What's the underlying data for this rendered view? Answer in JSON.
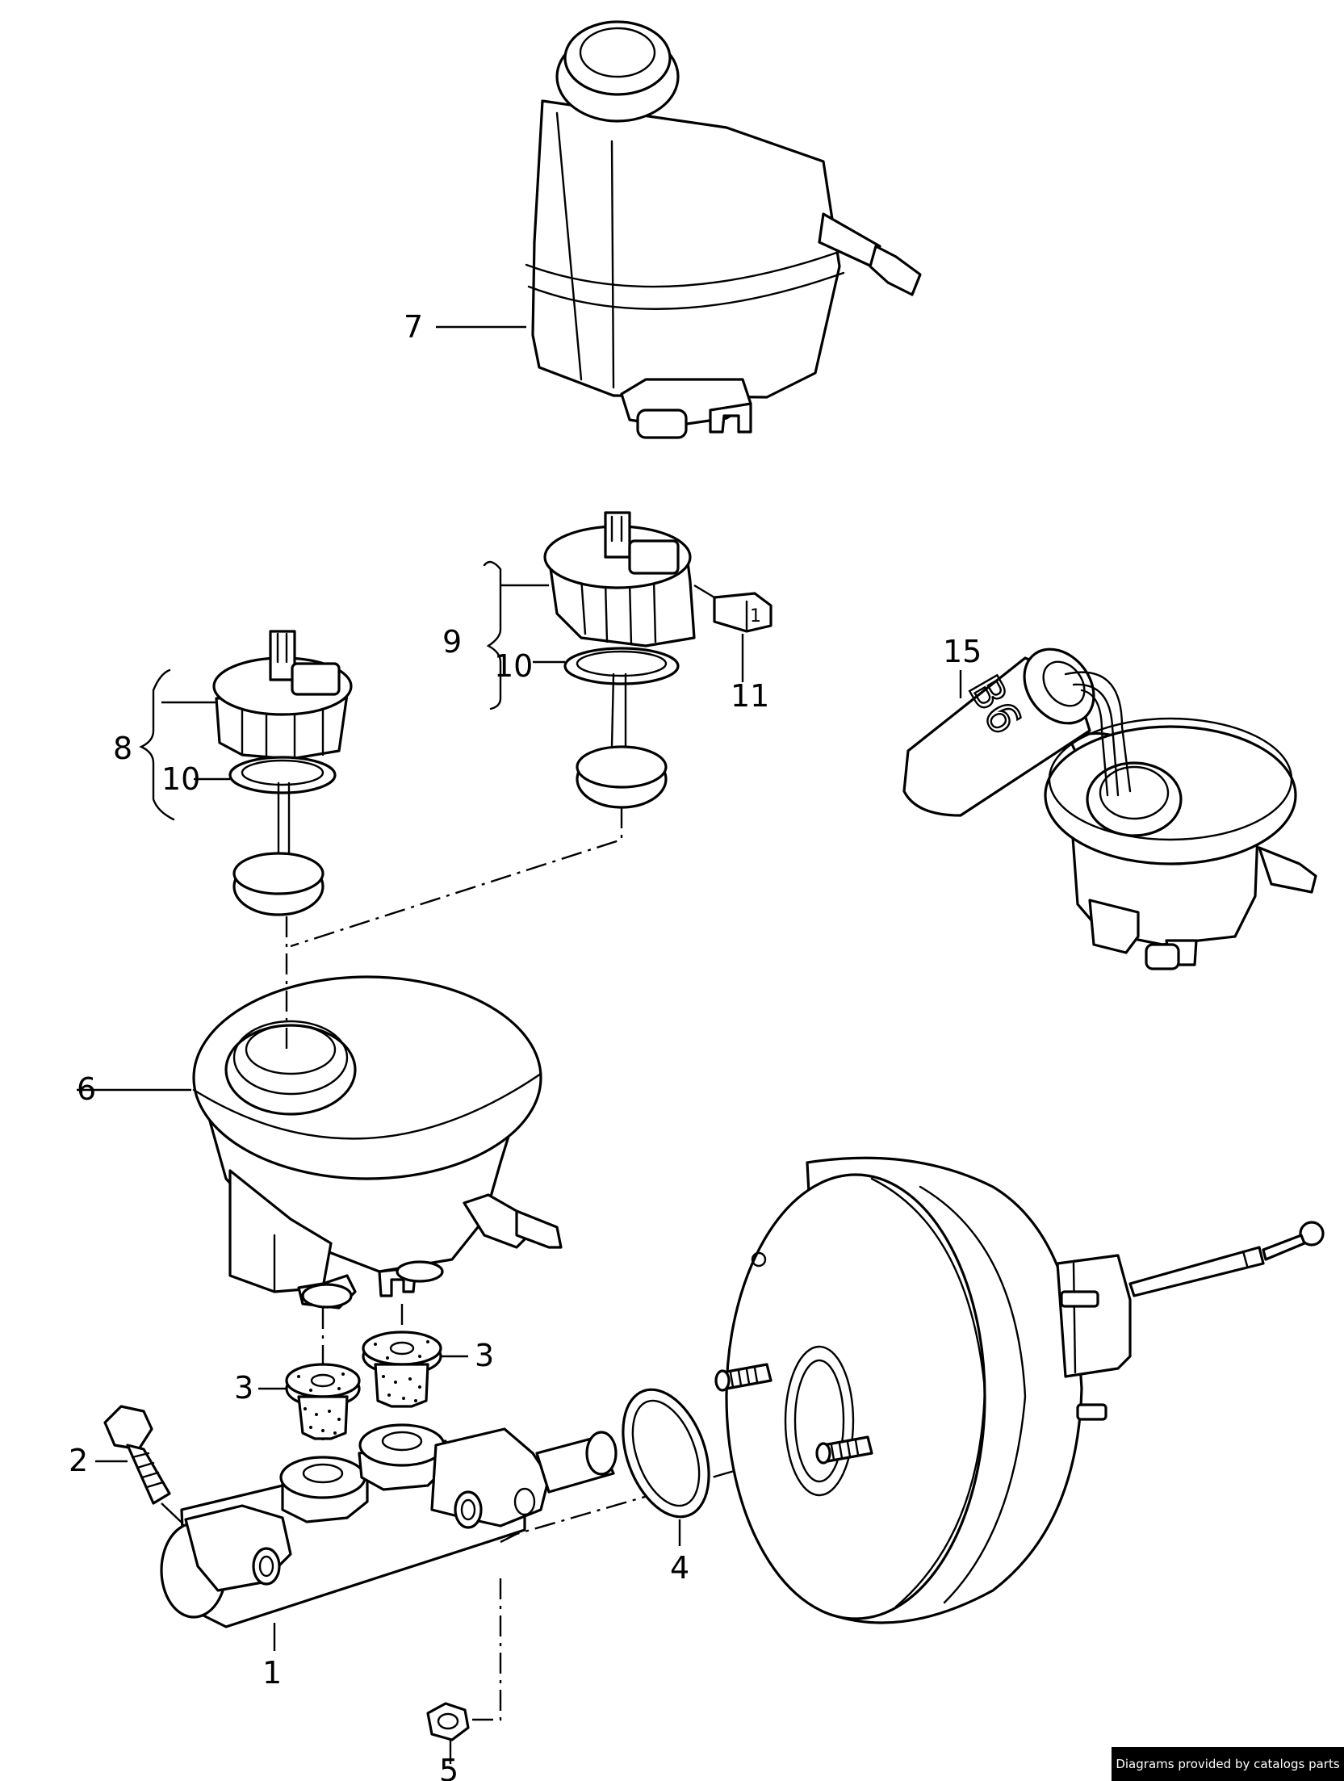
{
  "diagram": {
    "callouts": [
      {
        "id": "c7",
        "label": "7"
      },
      {
        "id": "c9",
        "label": "9"
      },
      {
        "id": "c10a",
        "label": "10"
      },
      {
        "id": "c11",
        "label": "11"
      },
      {
        "id": "c8",
        "label": "8"
      },
      {
        "id": "c10b",
        "label": "10"
      },
      {
        "id": "c15",
        "label": "15"
      },
      {
        "id": "c6",
        "label": "6"
      },
      {
        "id": "c3a",
        "label": "3"
      },
      {
        "id": "c3b",
        "label": "3"
      },
      {
        "id": "c2",
        "label": "2"
      },
      {
        "id": "c4",
        "label": "4"
      },
      {
        "id": "c1",
        "label": "1"
      },
      {
        "id": "c5",
        "label": "5"
      }
    ],
    "bottle_text": "B6",
    "connector_text": "1"
  },
  "footer": {
    "credit": "Diagrams provided by catalogs parts"
  }
}
